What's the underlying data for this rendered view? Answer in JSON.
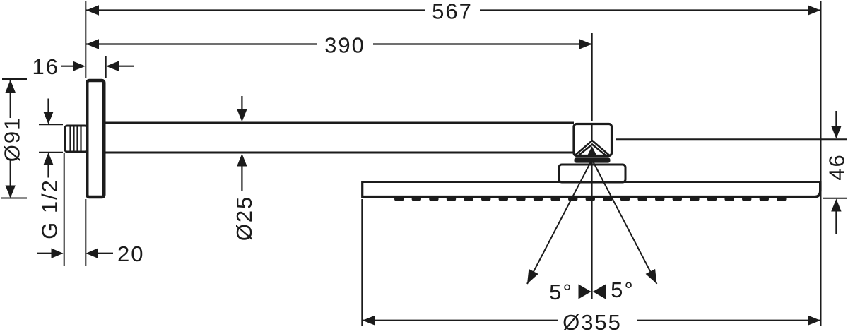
{
  "labels": {
    "dim_total_reach": "567",
    "dim_arm_reach": "390",
    "dim_plate_thickness": "16",
    "dia_wall_plate": "Ø91",
    "thread_size": "G 1/2",
    "dim_thread_depth": "20",
    "dia_arm": "Ø25",
    "dim_head_height": "46",
    "angle_left": "5°",
    "angle_right": "5°",
    "dia_head": "Ø355"
  },
  "colors": {
    "line": "#1b1b20",
    "background": "#ffffff"
  }
}
